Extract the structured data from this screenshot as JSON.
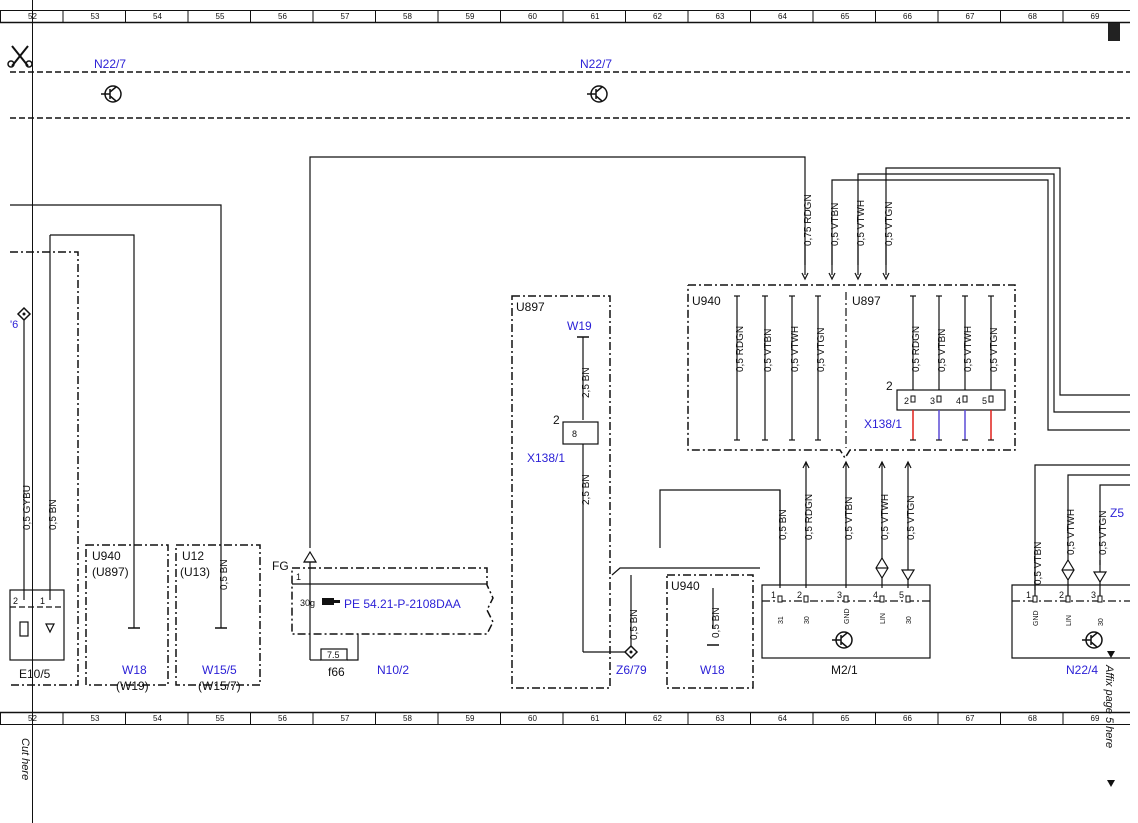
{
  "ruler": {
    "numbers": [
      "52",
      "53",
      "54",
      "55",
      "56",
      "57",
      "58",
      "59",
      "60",
      "61",
      "62",
      "63",
      "64",
      "65",
      "66",
      "67",
      "68",
      "69"
    ]
  },
  "margin": {
    "cut_here": "Cut here",
    "affix": "Affix page 5 here"
  },
  "top_band": {
    "left_label": "N22/7",
    "right_label": "N22/7"
  },
  "left_partial": {
    "connector_label": "'6",
    "wire_gybu": "0,5 GYBU",
    "wire_bn": "0,5 BN",
    "pin2": "2",
    "pin1": "1",
    "component": "E10/5"
  },
  "u940_box": {
    "title": "U940",
    "sub": "(U897)",
    "ground": "W18",
    "ground_sub": "(W19)"
  },
  "u12_box": {
    "title": "U12",
    "sub": "(U13)",
    "wire": "0,5 BN",
    "ground": "W15/5",
    "ground_sub": "(W15/7)"
  },
  "fuse_block": {
    "fg": "FG",
    "pin1": "1",
    "pin30g": "30g",
    "reference": "PE 54.21-P-2108DAA",
    "fuse_value": "7.5",
    "fuse_name": "f66",
    "module": "N10/2"
  },
  "u897_box": {
    "title": "U897",
    "ground_top": "W19",
    "wire1": "2,5 BN",
    "conn_num": "2",
    "pin8": "8",
    "connector": "X138/1",
    "wire2": "2,5 BN",
    "wire3": "0,5 BN",
    "splice": "Z6/79"
  },
  "u940_small": {
    "title": "U940",
    "wire": "0,5 BN",
    "ground": "W18"
  },
  "top_wires": [
    "0,75 RDGN",
    "0,5 VTBN",
    "0,5 VTWH",
    "0,5 VTGN"
  ],
  "harness": {
    "left_title": "U940",
    "left_wires": [
      "0,5 RDGN",
      "0,5 VTBN",
      "0,5 VTWH",
      "0,5 VTGN"
    ],
    "right_title": "U897",
    "right_wires": [
      "0,5 RDGN",
      "0,5 VTBN",
      "0,5 VTWH",
      "0,5 VTGN"
    ],
    "conn_num": "2",
    "pins": [
      "2",
      "3",
      "4",
      "5"
    ],
    "connector": "X138/1"
  },
  "m21": {
    "wires": [
      "0,5 BN",
      "0,5 RDGN",
      "0,5 VTBN",
      "0,5 VTWH",
      "0,5 VTGN"
    ],
    "pins": [
      "1",
      "2",
      "3",
      "4",
      "5"
    ],
    "pin_labels": [
      "31",
      "30",
      "GND",
      "LIN",
      "30"
    ],
    "name": "M2/1"
  },
  "n224": {
    "wires": [
      "0,5 VTBN",
      "0,5 VTWH",
      "0,5 VTGN"
    ],
    "pins": [
      "1",
      "2",
      "3"
    ],
    "pin_labels": [
      "GND",
      "LIN",
      "30"
    ],
    "name": "N22/4",
    "z_label": "Z5"
  },
  "colors": {
    "line": "#111111",
    "label_blue": "#2a1fd6",
    "wire_red": "#e0201a",
    "wire_violet": "#5a4bd6"
  }
}
